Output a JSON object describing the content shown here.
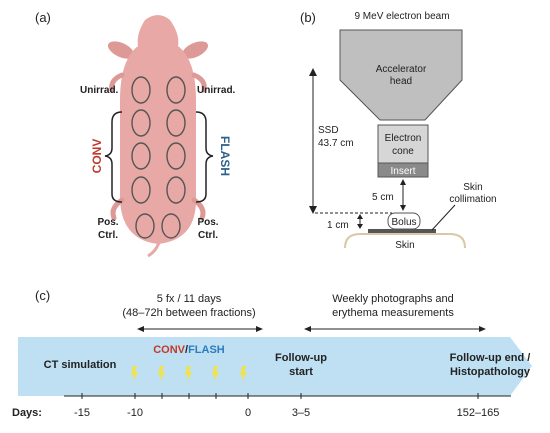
{
  "panel_a": {
    "label": "(a)",
    "left_top": "Unirrad.",
    "right_top": "Unirrad.",
    "left_group": "CONV",
    "right_group": "FLASH",
    "left_bottom_1": "Pos.",
    "left_bottom_2": "Ctrl.",
    "right_bottom_1": "Pos.",
    "right_bottom_2": "Ctrl.",
    "colors": {
      "conv": "#c0392b",
      "flash": "#2c5f8a",
      "body": "#e8a9a6"
    }
  },
  "panel_b": {
    "label": "(b)",
    "beam_label": "9 MeV electron beam",
    "head_1": "Accelerator",
    "head_2": "head",
    "ssd_1": "SSD",
    "ssd_2": "43.7 cm",
    "cone_1": "Electron",
    "cone_2": "cone",
    "insert": "Insert",
    "gap": "5 cm",
    "bolus": "Bolus",
    "bolus_gap": "1 cm",
    "collim_1": "Skin",
    "collim_2": "collimation",
    "skin": "Skin"
  },
  "panel_c": {
    "label": "(c)",
    "fx_1": "5 fx / 11 days",
    "fx_2": "(48–72h between fractions)",
    "weekly_1": "Weekly photographs and",
    "weekly_2": "erythema measurements",
    "ct": "CT simulation",
    "conv": "CONV",
    "slash": "/",
    "flash": "FLASH",
    "follow_1": "Follow-up",
    "follow_2": "start",
    "end_1": "Follow-up end /",
    "end_2": "Histopathology",
    "days_label": "Days:",
    "ticks": [
      "-15",
      "-10",
      "0",
      "3–5",
      "152–165"
    ],
    "colors": {
      "band": "#bfe0f3",
      "bolt": "#f2e24a"
    }
  }
}
